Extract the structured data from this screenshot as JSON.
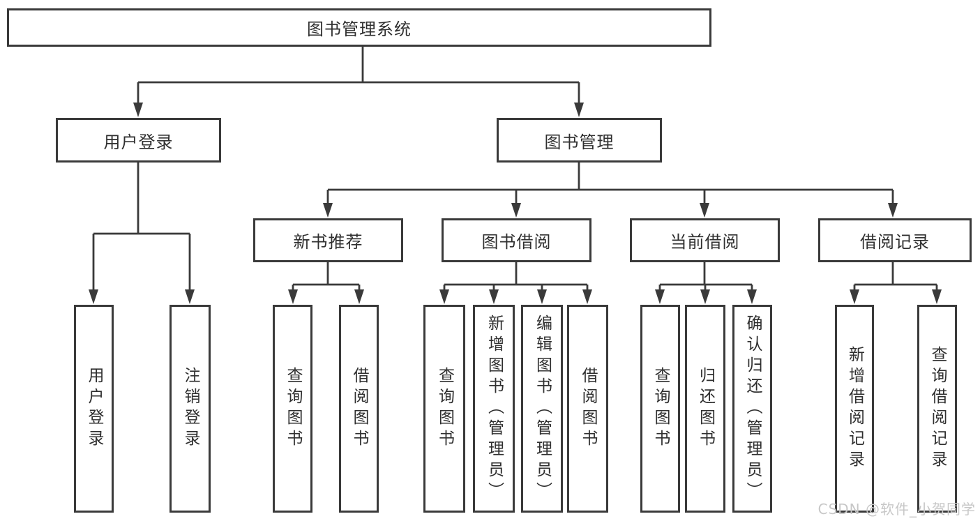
{
  "diagram_type": "hierarchy-tree",
  "colors": {
    "line": "#3a3a3a",
    "box_border": "#3a3a3a",
    "text": "#2f2f2f",
    "background": "#ffffff",
    "watermark": "#c7c7c7"
  },
  "watermark": "CSDN @软件_小贺同学",
  "tree": {
    "root": {
      "label": "图书管理系统"
    },
    "branches": [
      {
        "label": "用户登录",
        "children": [
          {
            "label": "用户登录"
          },
          {
            "label": "注销登录"
          }
        ]
      },
      {
        "label": "图书管理",
        "children": [
          {
            "label": "新书推荐",
            "children": [
              {
                "label": "查询图书"
              },
              {
                "label": "借阅图书"
              }
            ]
          },
          {
            "label": "图书借阅",
            "children": [
              {
                "label": "查询图书"
              },
              {
                "label": "新增图书（管理员）"
              },
              {
                "label": "编辑图书（管理员）"
              },
              {
                "label": "借阅图书"
              }
            ]
          },
          {
            "label": "当前借阅",
            "children": [
              {
                "label": "查询图书"
              },
              {
                "label": "归还图书"
              },
              {
                "label": "确认归还（管理员）"
              }
            ]
          },
          {
            "label": "借阅记录",
            "children": [
              {
                "label": "新增借阅记录"
              },
              {
                "label": "查询借阅记录"
              }
            ]
          }
        ]
      }
    ]
  }
}
